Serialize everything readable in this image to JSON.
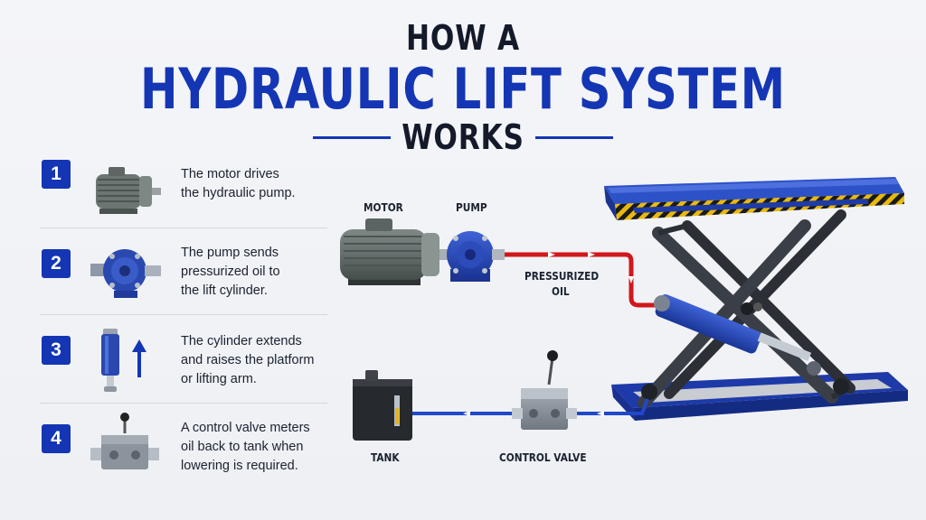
{
  "title": {
    "line1": "HOW A",
    "line2": "HYDRAULIC LIFT SYSTEM",
    "line3": "WORKS"
  },
  "steps": [
    {
      "number": "1",
      "icon": "electric-motor-icon",
      "lines": [
        "The motor drives",
        "the hydraulic pump."
      ]
    },
    {
      "number": "2",
      "icon": "hydraulic-pump-icon",
      "lines": [
        "The pump sends",
        "pressurized oil to",
        "the lift cylinder."
      ]
    },
    {
      "number": "3",
      "icon": "hydraulic-cylinder-icon",
      "lines": [
        "The cylinder extends",
        "and raises the platform",
        "or lifting arm."
      ]
    },
    {
      "number": "4",
      "icon": "control-valve-icon",
      "lines": [
        "A control valve meters",
        "oil back to tank when",
        "lowering is required."
      ]
    }
  ],
  "diagram": {
    "motor_label": "MOTOR",
    "pump_label": "PUMP",
    "pressure_label_1": "PRESSURIZED",
    "pressure_label_2": "OIL",
    "tank_label": "TANK",
    "valve_label": "CONTROL VALVE"
  },
  "colors": {
    "brand_blue": "#1436b4",
    "pressure_line": "#d0171b",
    "return_line": "#2148c8",
    "steel": "#3a3f47"
  }
}
